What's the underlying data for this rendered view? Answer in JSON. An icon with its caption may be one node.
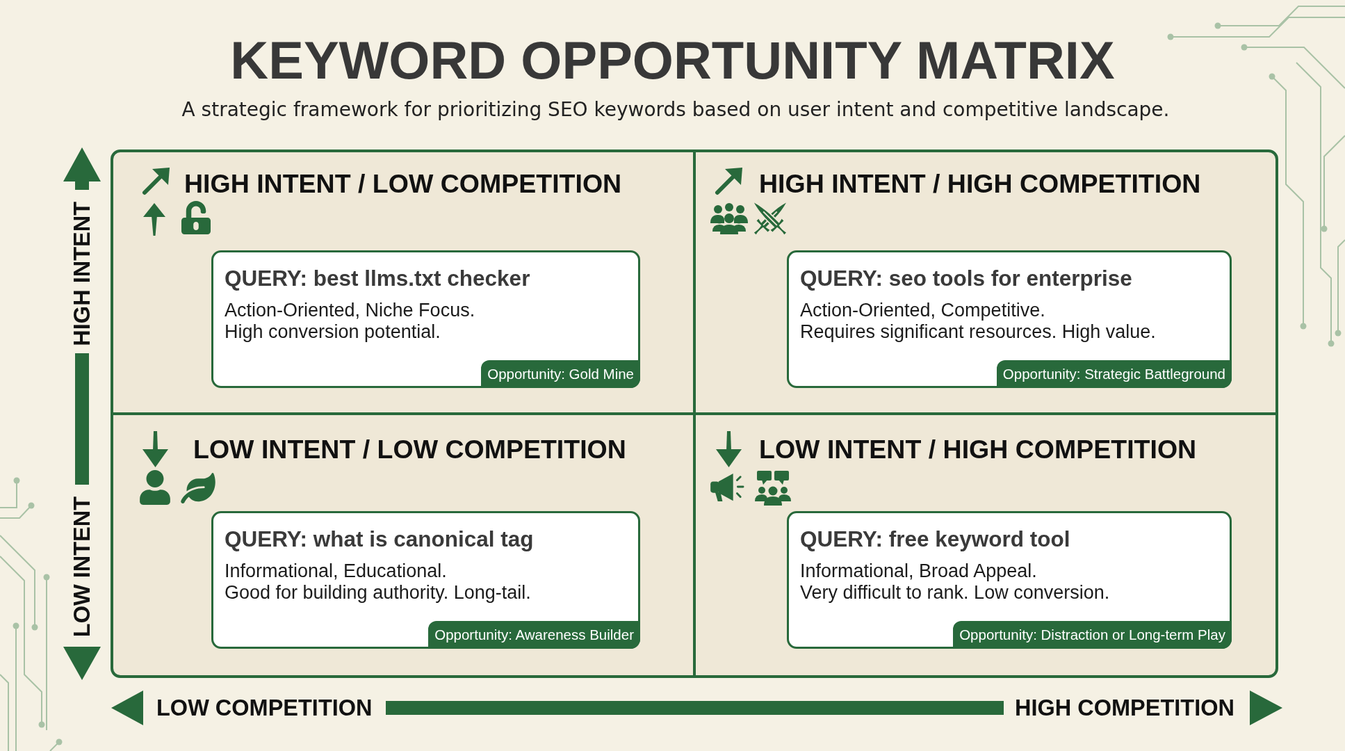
{
  "diagram": {
    "title": "KEYWORD OPPORTUNITY MATRIX",
    "nodes": [
      {
        "text": [
          "HIGH INTENT / LOW COMPETITION"
        ]
      },
      {
        "text": [
          "QUERY: best llms.txt checker",
          "Action-Oriented, Niche Focus.",
          "High conversion potential."
        ],
        "in": 0
      },
      {
        "text": [
          "Opportunity: Gold Mine"
        ],
        "in": 1
      },
      {
        "text": [
          "HIGH INTENT / HIGH COMPETITION"
        ]
      },
      {
        "text": [
          "QUERY: seo tools for enterprise",
          "Action-Oriented, Competitive.",
          "Requires significant resources. High value."
        ],
        "in": 3
      },
      {
        "text": [
          "Opportunity: Strategic Battleground"
        ],
        "in": 4
      },
      {
        "text": [
          "LOW INTENT / LOW COMPETITION"
        ]
      },
      {
        "text": [
          "QUERY: what is canonical tag",
          "Informational, Educational.",
          "Good for building authority. Long-tail."
        ],
        "in": 6
      },
      {
        "text": [
          "Opportunity: Awareness Builder"
        ],
        "in": 7
      },
      {
        "text": [
          "LOW INTENT / HIGH COMPETITION"
        ]
      },
      {
        "text": [
          "QUERY: free keyword tool",
          "Informational, Broad Appeal.",
          "Very difficult to rank. Low conversion."
        ],
        "in": 9
      },
      {
        "text": [
          "Opportunity: Distraction or Long-term Play"
        ],
        "in": 10
      }
    ],
    "labels": [
      "A strategic framework for prioritizing SEO keywords based on user intent and competitive landscape.",
      "HIGH INTENT",
      "LOW INTENT",
      "LOW COMPETITION",
      "HIGH COMPETITION"
    ]
  }
}
